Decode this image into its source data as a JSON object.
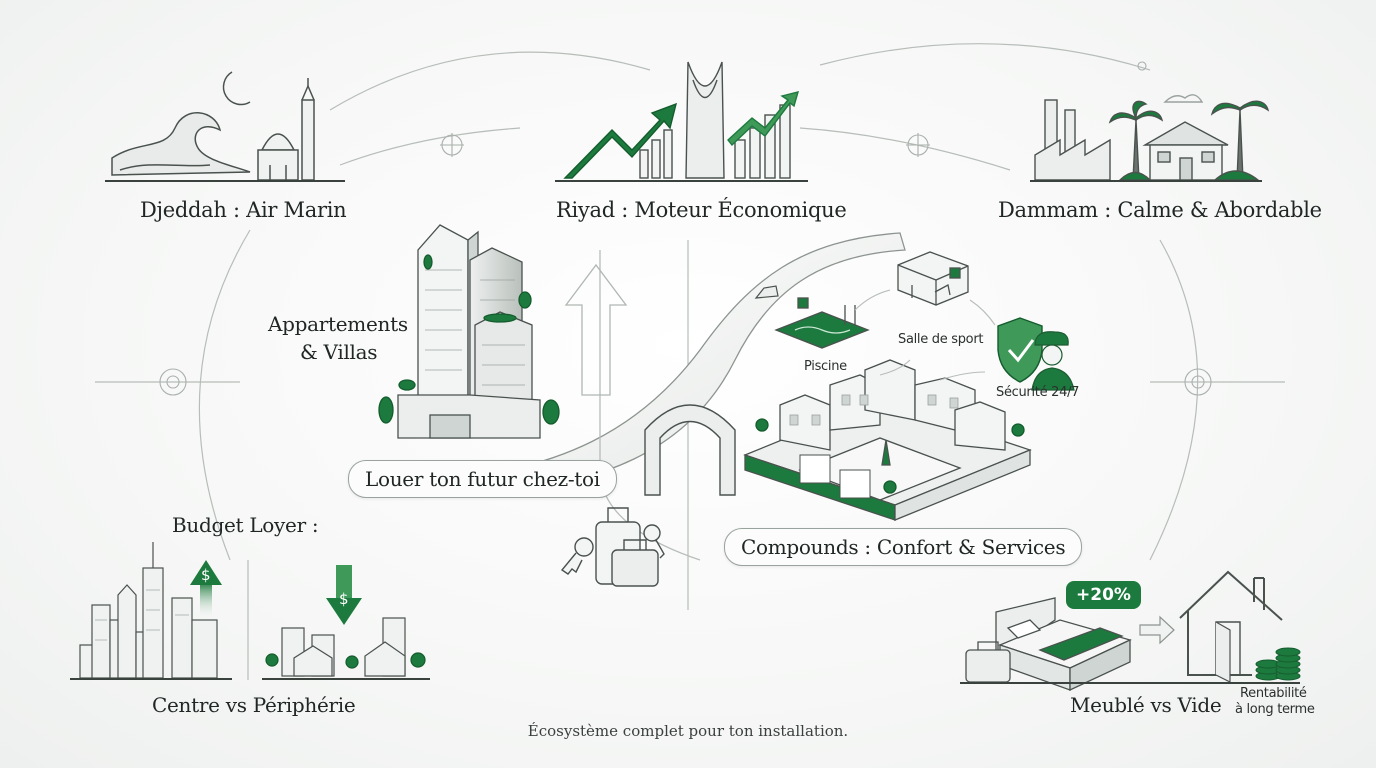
{
  "labels": {
    "jeddah": "Djeddah : Air Marin",
    "riyadh": "Riyad : Moteur Économique",
    "dammam": "Dammam : Calme & Abordable",
    "apartments_line1": "Appartements",
    "apartments_line2": "& Villas",
    "rent_future": "Louer ton futur chez-toi",
    "pool": "Piscine",
    "gym": "Salle de sport",
    "security": "Sécurité 24/7",
    "compounds": "Compounds : Confort & Services",
    "budget": "Budget Loyer :",
    "center_vs_periphery": "Centre vs Périphérie",
    "furnished_vs_empty": "Meublé vs Vide",
    "profitability_line1": "Rentabilité",
    "profitability_line2": "à long terme",
    "growth_badge": "+20%",
    "dollar_up": "$",
    "dollar_down": "$"
  },
  "footer": "Écosystème complet pour ton installation.",
  "colors": {
    "accent_green": "#1d7a3e",
    "light_green": "#3f9a5a",
    "line_gray": "#8d9490",
    "ink": "#1f2623"
  },
  "icons": [
    "wave-icon",
    "crescent-moon-icon",
    "mosque-icon",
    "rising-arrow-icon",
    "kingdom-tower-icon",
    "factory-icon",
    "palm-tree-icon",
    "house-icon",
    "skyscraper-icon",
    "pool-icon",
    "gym-icon",
    "shield-check-icon",
    "guard-icon",
    "compound-icon",
    "arch-icon",
    "luggage-icon",
    "key-icon",
    "city-skyline-icon",
    "arrow-up-dollar-icon",
    "arrow-down-dollar-icon",
    "bed-icon",
    "coins-icon",
    "arrow-right-icon"
  ]
}
